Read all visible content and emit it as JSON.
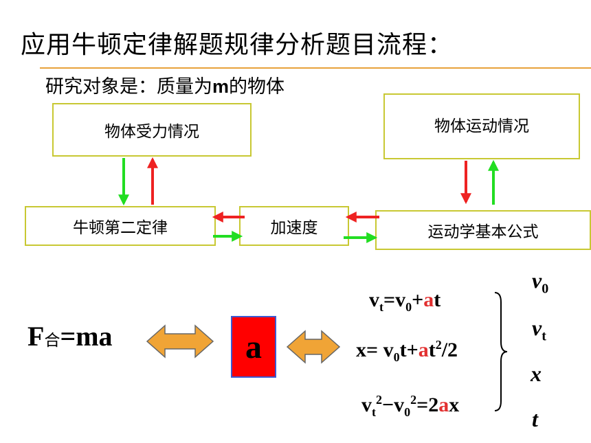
{
  "title": "应用牛顿定律解题规律分析题目流程：",
  "subtitle": {
    "prefix": "研究对象是：质量为",
    "mass_symbol": "m",
    "suffix": "的物体"
  },
  "boxes": {
    "force": "物体受力情况",
    "motion": "物体运动情况",
    "newton": "牛顿第二定律",
    "acceleration": "加速度",
    "kinematics": "运动学基本公式"
  },
  "equation": {
    "force_letter": "F",
    "force_sub": "合",
    "rhs": "=ma"
  },
  "accel_symbol": "a",
  "formulas": {
    "f1": {
      "v": "v",
      "t_sub": "t",
      "eq": "=v",
      "zero_sub": "0",
      "plus": "+",
      "a": "a",
      "t": "t"
    },
    "f2": {
      "lhs": "x= v",
      "zero_sub": "0",
      "t_plus": "t+",
      "a": "a",
      "t": "t",
      "sq": "2",
      "div": "/2"
    },
    "f3": {
      "v": "v",
      "t_sub": "t",
      "sq1": "2",
      "minus": "−v",
      "zero_sub": "0",
      "sq2": "2",
      "eq": "=2",
      "a": "a",
      "x": "x"
    }
  },
  "variables": {
    "v0": {
      "base": "v",
      "sub": "0"
    },
    "vt": {
      "base": "v",
      "sub": "t"
    },
    "x": "x",
    "t": "t"
  },
  "colors": {
    "box_border": "#c8c832",
    "title_rule": "#e8a13a",
    "arrow_green": "#22dd22",
    "arrow_red": "#ee2222",
    "double_arrow_fill": "#f0a436",
    "accel_box_fill": "#ff0000",
    "accel_box_border": "#3c5ad2",
    "formula_highlight": "#e23030"
  }
}
